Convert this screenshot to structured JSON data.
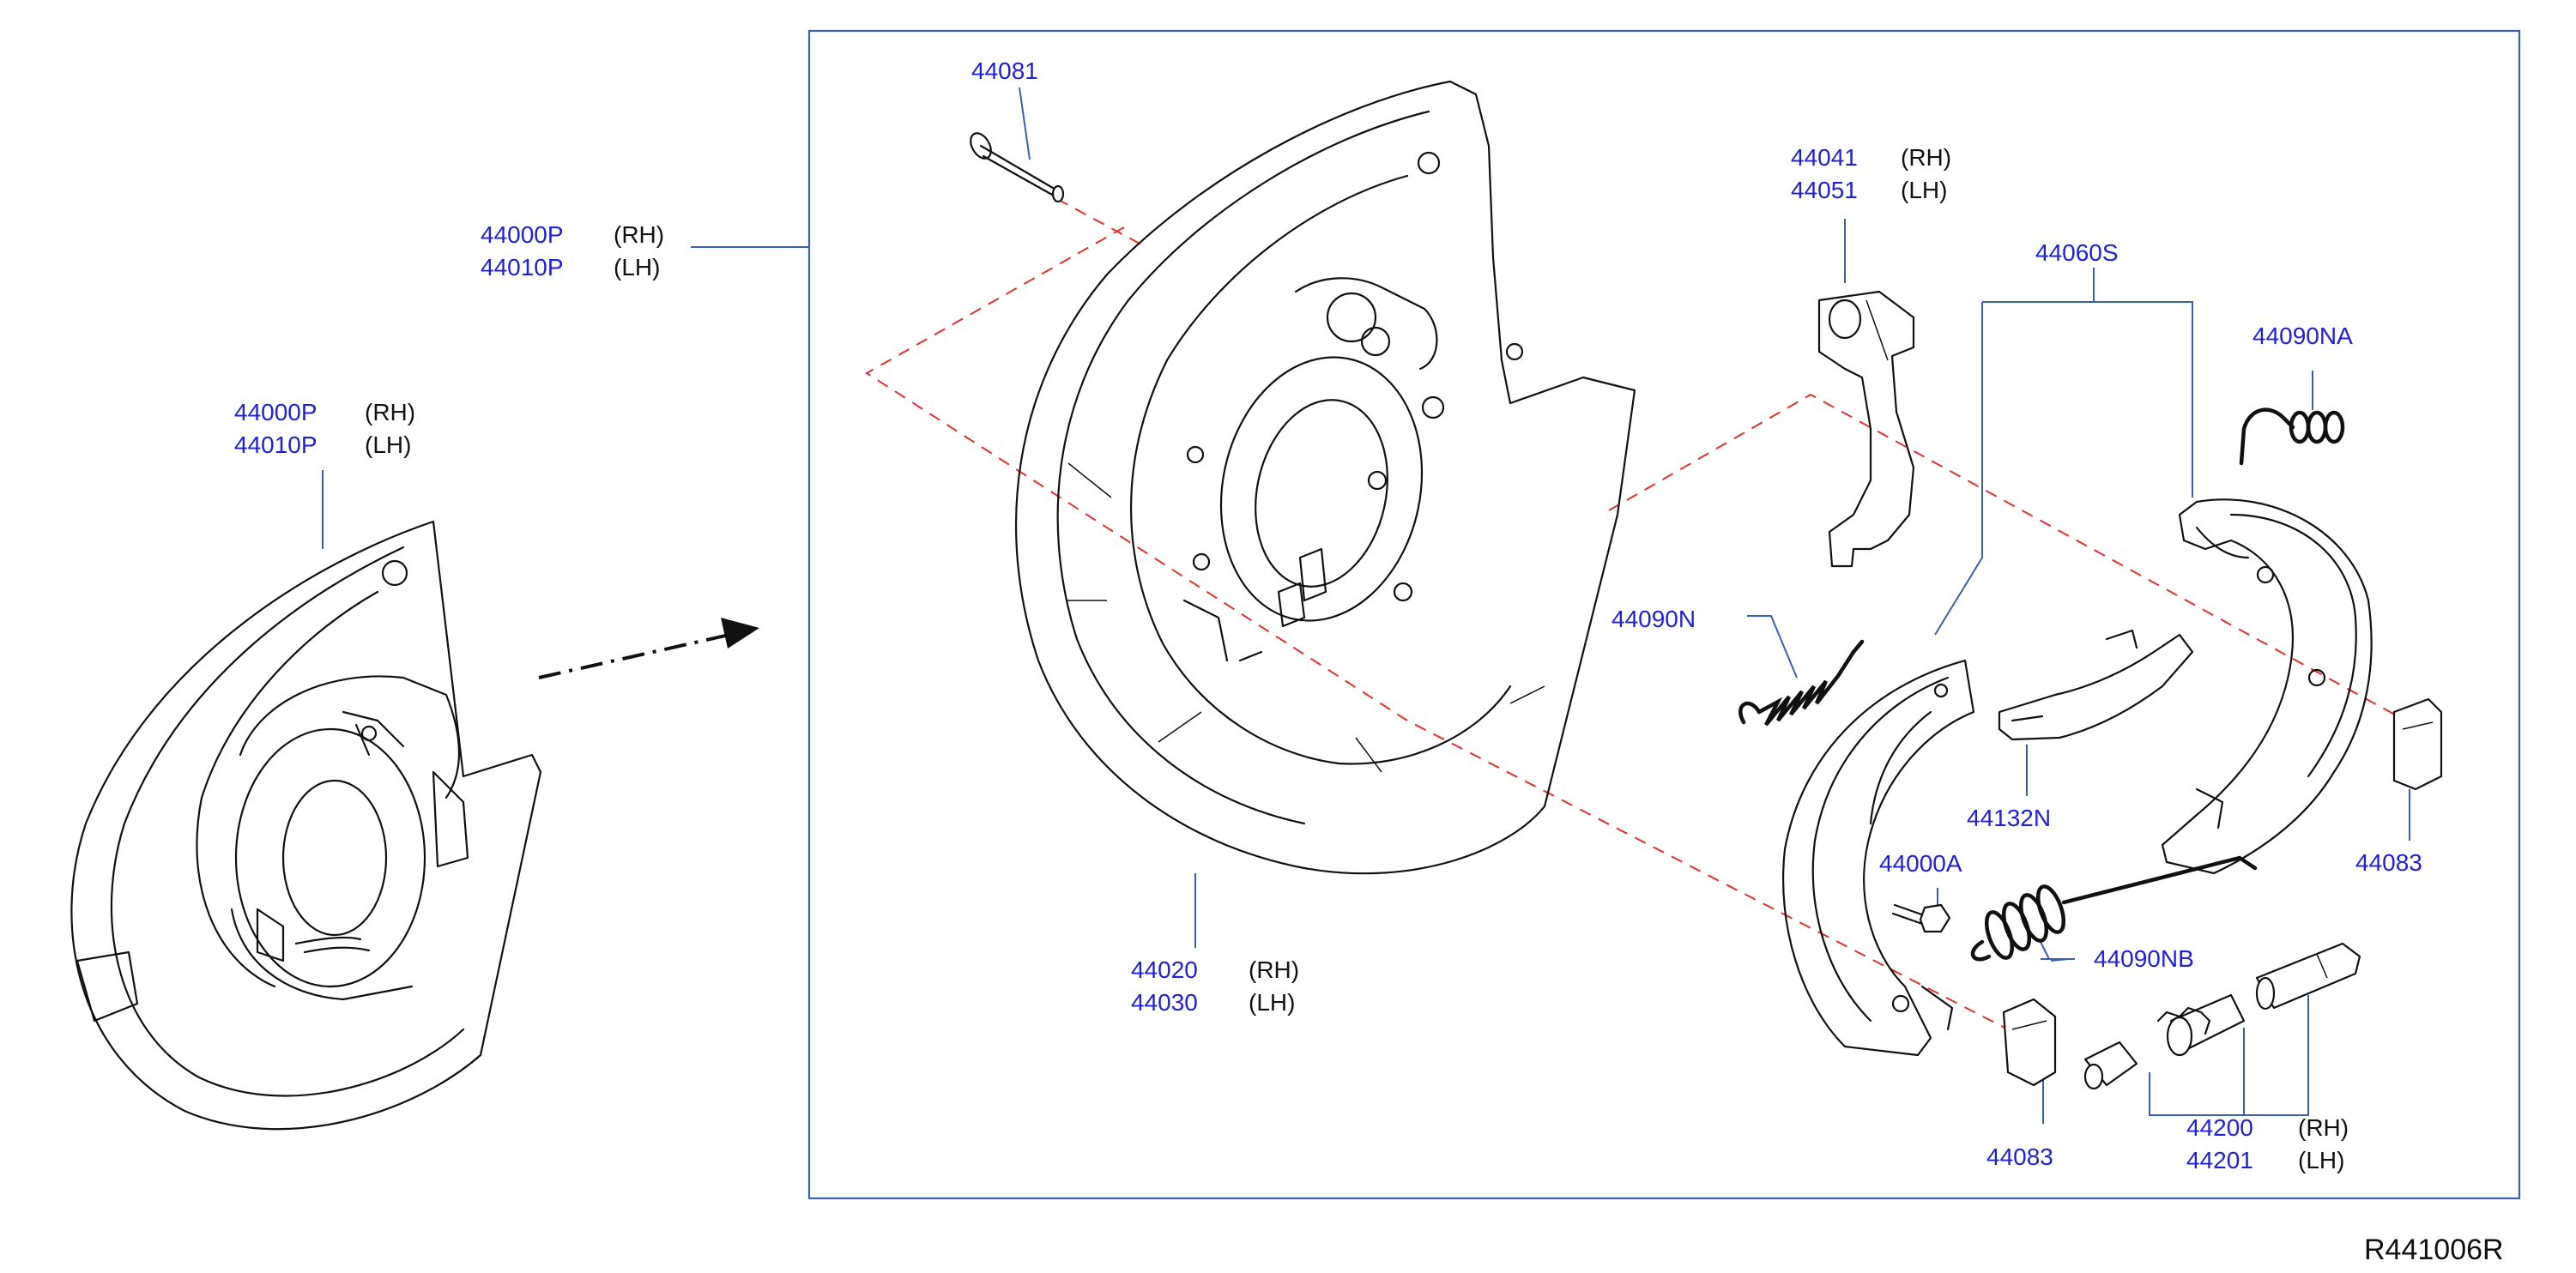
{
  "diagram": {
    "reference_code": "R441006R",
    "callouts": {
      "assy_outside": {
        "rh": "44000P",
        "rh_side": "(RH)",
        "lh": "44010P",
        "lh_side": "(LH)"
      },
      "assy_frame": {
        "rh": "44000P",
        "rh_side": "(RH)",
        "lh": "44010P",
        "lh_side": "(LH)"
      },
      "pin": "44081",
      "back_plate": {
        "rh": "44020",
        "rh_side": "(RH)",
        "lh": "44030",
        "lh_side": "(LH)"
      },
      "lever": {
        "rh": "44041",
        "rh_side": "(RH)",
        "lh": "44051",
        "lh_side": "(LH)"
      },
      "shoe_set": "44060S",
      "spring_upper": "44090NA",
      "spring_left": "44090N",
      "strut": "44132N",
      "bolt": "44000A",
      "spring_lower": "44090NB",
      "retainer_right": "44083",
      "retainer_lower": "44083",
      "adjuster": {
        "rh": "44200",
        "rh_side": "(RH)",
        "lh": "44201",
        "lh_side": "(LH)"
      }
    }
  }
}
